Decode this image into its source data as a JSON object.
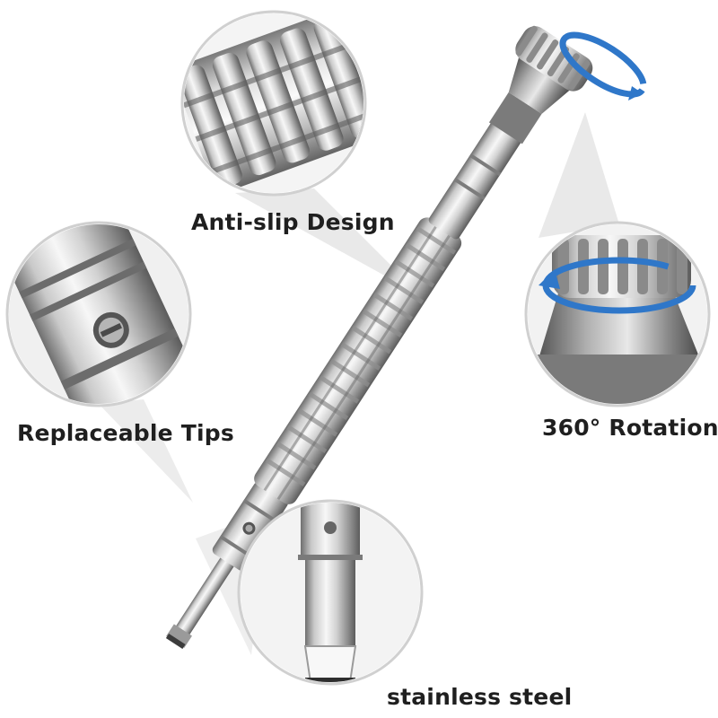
{
  "labels": {
    "anti_slip": "Anti-slip Design",
    "replaceable_tips": "Replaceable Tips",
    "rotation": "360° Rotation",
    "stainless_steel": "stainless steel"
  },
  "colors": {
    "metal_light": "#f4f4f4",
    "metal_mid": "#b9b9b9",
    "metal_dark": "#6e6e6e",
    "rotation_arrow": "#2f77c9",
    "callout_fill": "#e9e9e9",
    "text": "#1f1f1f"
  },
  "icons": [
    "rotation-arrow-icon"
  ]
}
